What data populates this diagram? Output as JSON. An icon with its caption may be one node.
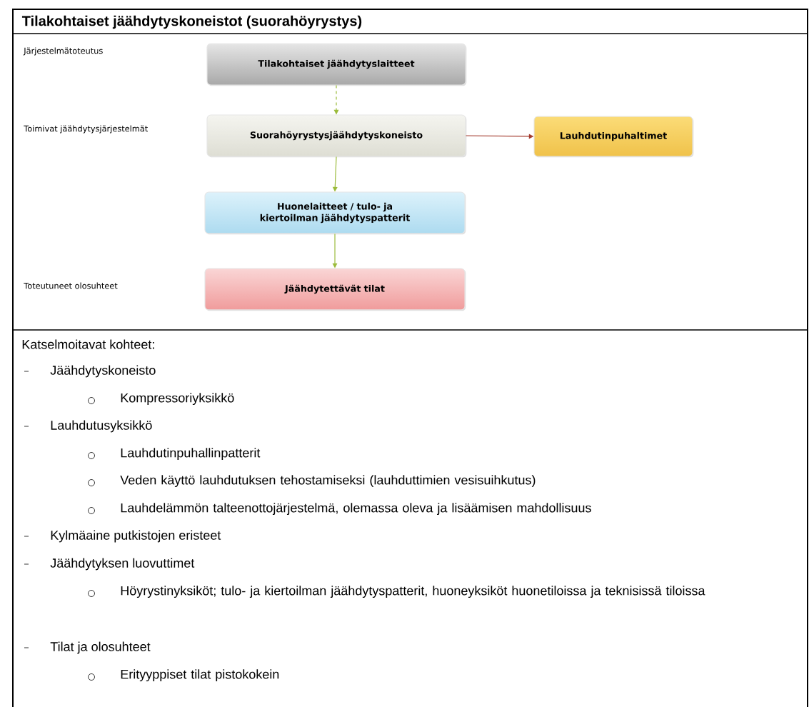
{
  "diagram": {
    "title": "Tilakohtaiset jäähdytyskoneistot (suorahöyrystys)",
    "nodes": [
      {
        "text": [
          "Tilakohtaiset  jäähdytyslaitteet"
        ]
      },
      {
        "text": [
          "Suorahöyrystysjäähdytyskoneisto"
        ]
      },
      {
        "text": [
          "Lauhdutinpuhaltimet"
        ]
      },
      {
        "text": [
          "Huonelaitteet  / tulo- ja kiertoilman jäähdytyspatterit"
        ]
      },
      {
        "text": [
          "Jäähdytettävät tilat"
        ]
      }
    ],
    "edges": [
      {
        "from": 0,
        "to": 1,
        "arrow": "to",
        "style": "dashed"
      },
      {
        "from": 1,
        "to": 2,
        "arrow": "to",
        "color": "#a33b2e"
      },
      {
        "from": 1,
        "to": 3,
        "arrow": "to"
      },
      {
        "from": 3,
        "to": 4,
        "arrow": "to"
      }
    ],
    "labels": [
      "Järjestelmätoteutus",
      "Toimivat jäähdytysjärjestelmät",
      "Toteutuneet olosuhteet",
      "Katselmoitavat kohteet:",
      "Jäähdytyskoneisto",
      "Kompressoriyksikkö",
      "Lauhdutusyksikkö",
      "Lauhdutinpuhallinpatterit",
      "Veden käyttö lauhdutuksen tehostamiseksi (lauhduttimien vesisuihkutus)",
      "Lauhdelämmön talteenottojärjestelmä, olemassa oleva ja lisäämisen mahdollisuus",
      "Kylmäaine putkistojen eristeet",
      "Jäähdytyksen luovuttimet",
      "Höyrystinyksiköt; tulo- ja kiertoilman jäähdytyspatterit, huoneyksiköt huonetiloissa ja teknisissä tiloissa",
      "Tilat ja olosuhteet",
      "Erityyppiset tilat pistokokein"
    ]
  }
}
